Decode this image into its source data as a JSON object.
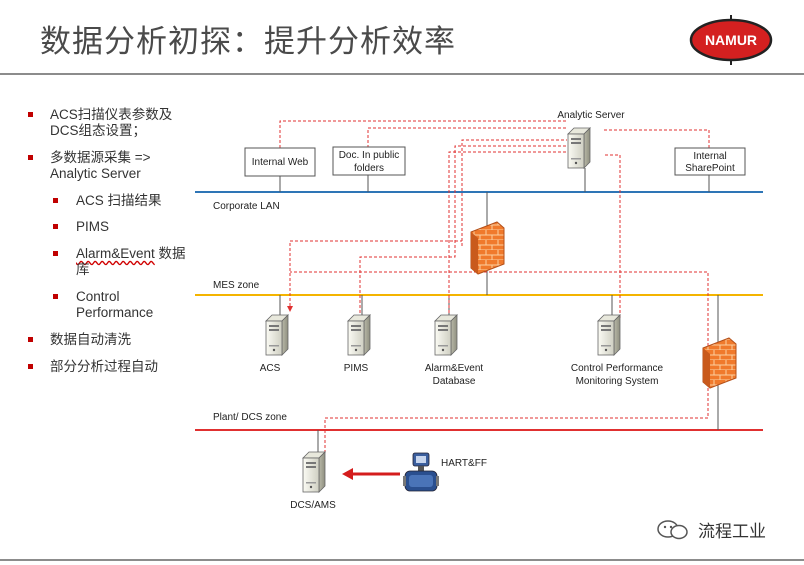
{
  "title": "数据分析初探：提升分析效率",
  "logo": {
    "text": "NAMUR",
    "color": "#d42020"
  },
  "bullets": {
    "b1_l1": "ACS扫描仪表参数及",
    "b1_l2": "DCS组态设置；",
    "b2_l1": "多数据源采集 =>",
    "b2_l2": "Analytic Server",
    "s1": "ACS 扫描结果",
    "s2": "PIMS",
    "s3_err": "Alarm&Event",
    "s3_rest": " 数据",
    "s3_l2": "库",
    "s4_l1": "Control",
    "s4_l2": "Performance",
    "b3": "数据自动清洗",
    "b4": "部分分析过程自动"
  },
  "zones": {
    "corporate": "Corporate LAN",
    "mes": "MES zone",
    "plant": "Plant/ DCS zone"
  },
  "nodes": {
    "analytic_server": "Analytic Server",
    "internal_web": "Internal Web",
    "doc_l1": "Doc. In public",
    "doc_l2": "folders",
    "sharepoint_l1": "Internal",
    "sharepoint_l2": "SharePoint",
    "acs": "ACS",
    "pims": "PIMS",
    "alarm_l1": "Alarm&Event",
    "alarm_l2": "Database",
    "cpms_l1": "Control Performance",
    "cpms_l2": "Monitoring System",
    "dcs": "DCS/AMS",
    "hart": "HART&FF"
  },
  "colors": {
    "corporate_line": "#2e75b6",
    "mes_line": "#f4b400",
    "plant_line": "#e03030",
    "dashed": "#e03030",
    "bullet": "#c00000"
  },
  "watermark": "流程工业"
}
